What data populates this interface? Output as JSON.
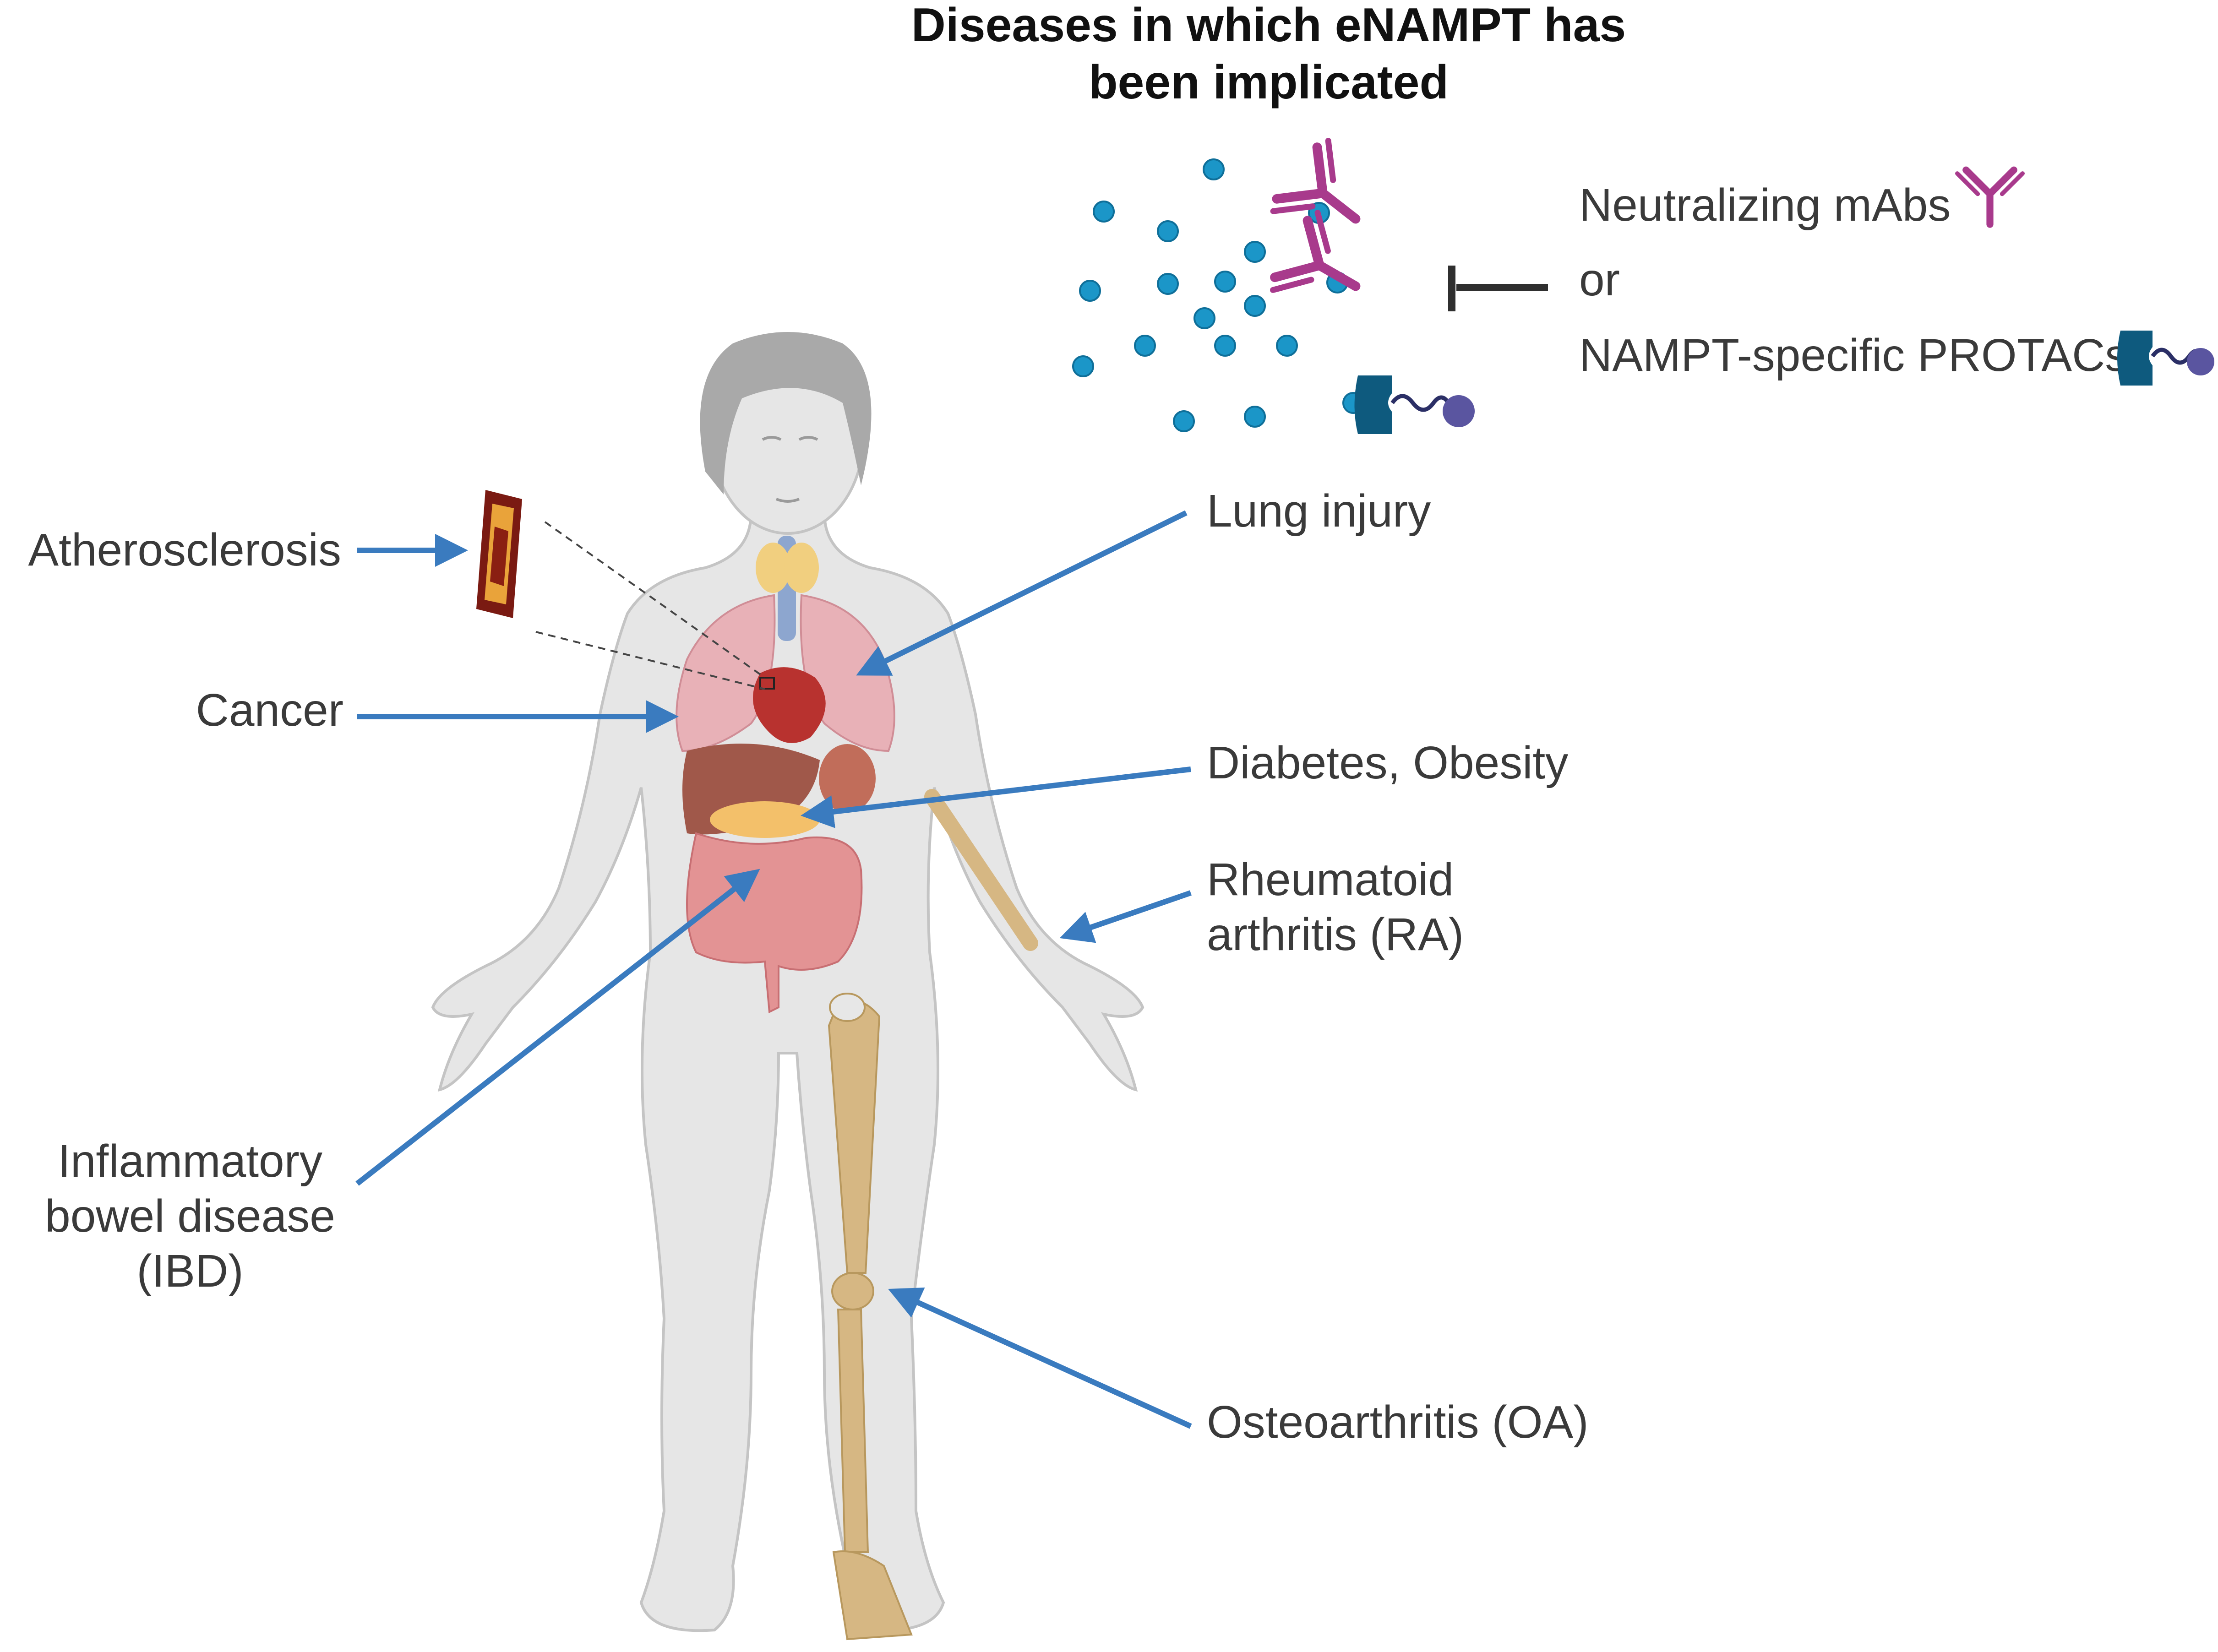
{
  "title": {
    "line1": "Diseases in which eNAMPT has",
    "line2": "been implicated"
  },
  "legend": {
    "mabs": "Neutralizing mAbs",
    "or": "or",
    "protacs": "NAMPT-specific PROTACs"
  },
  "diseases": {
    "atherosclerosis": "Atherosclerosis",
    "cancer": "Cancer",
    "ibd_line1": "Inflammatory",
    "ibd_line2": "bowel disease",
    "ibd_line3": "(IBD)",
    "lung": "Lung injury",
    "diabetes": "Diabetes, Obesity",
    "ra_line1": "Rheumatoid",
    "ra_line2": "arthritis (RA)",
    "oa": "Osteoarthritis (OA)"
  },
  "colors": {
    "arrow": "#3a7bbf",
    "enampt": "#1b96c8",
    "antibody": "#a83a8c",
    "protac": "#0e5a7e",
    "protac_ball": "#5a55a0",
    "body": "#e6e6e6",
    "bone": "#d6b783"
  }
}
